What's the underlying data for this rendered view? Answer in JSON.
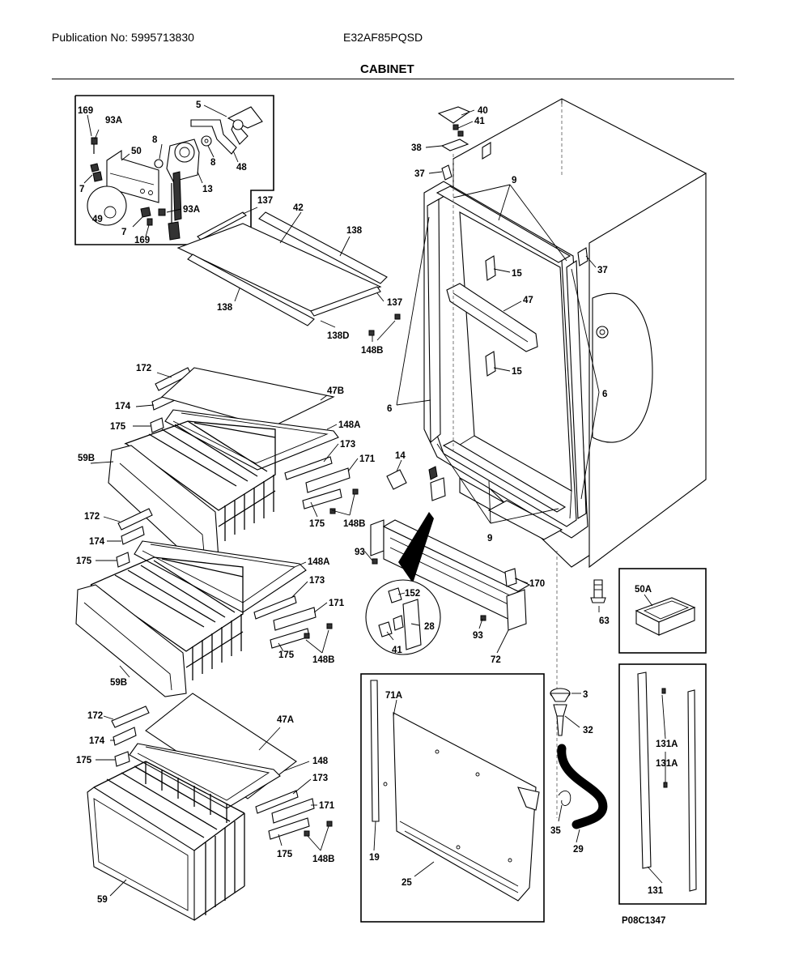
{
  "header": {
    "publication": "Publication No: 5995713830",
    "model": "E32AF85PQSD",
    "section": "CABINET"
  },
  "diagram_code": "P08C1347",
  "callouts": {
    "c169a": "169",
    "c93Aa": "93A",
    "c5": "5",
    "c8a": "8",
    "c50": "50",
    "c8b": "8",
    "c48": "48",
    "c7a": "7",
    "c13": "13",
    "c49": "49",
    "c93Ab": "93A",
    "c7b": "7",
    "c169b": "169",
    "c137a": "137",
    "c42": "42",
    "c138a": "138",
    "c138b": "138",
    "c137b": "137",
    "c138D": "138D",
    "c148Ba": "148B",
    "c40": "40",
    "c41a": "41",
    "c38": "38",
    "c37a": "37",
    "c9a": "9",
    "c37b": "37",
    "c15a": "15",
    "c47": "47",
    "c15b": "15",
    "c6a": "6",
    "c6b": "6",
    "c14": "14",
    "c9b": "9",
    "c172a": "172",
    "c47B": "47B",
    "c174a": "174",
    "c175a": "175",
    "c148Aa": "148A",
    "c59Ba": "59B",
    "c173a": "173",
    "c171a": "171",
    "c175b": "175",
    "c148Bb": "148B",
    "c172b": "172",
    "c174b": "174",
    "c175c": "175",
    "c148Ab": "148A",
    "c173b": "173",
    "c171b": "171",
    "c59Bb": "59B",
    "c175d": "175",
    "c148Bc": "148B",
    "c93a": "93",
    "c152": "152",
    "c28": "28",
    "c41b": "41",
    "c93b": "93",
    "c170": "170",
    "c72": "72",
    "c50A": "50A",
    "c63": "63",
    "c3": "3",
    "c32": "32",
    "c71A": "71A",
    "c131Aa": "131A",
    "c131Ab": "131A",
    "c19": "19",
    "c35": "35",
    "c29": "29",
    "c25": "25",
    "c131": "131",
    "c172c": "172",
    "c174c": "174",
    "c47A": "47A",
    "c175e": "175",
    "c148": "148",
    "c173c": "173",
    "c171c": "171",
    "c175f": "175",
    "c148Bd": "148B",
    "c59": "59"
  }
}
